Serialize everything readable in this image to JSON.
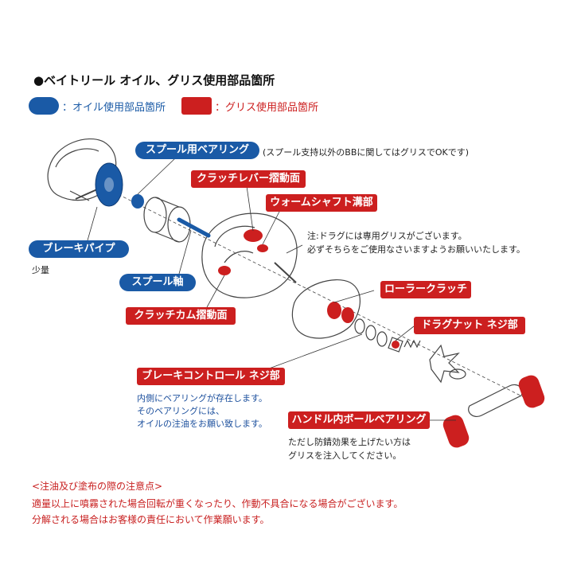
{
  "title": "●ベイトリール オイル、グリス使用部品箇所",
  "legend": {
    "oil": {
      "label": "：オイル使用部品箇所",
      "color": "#1a5aa6"
    },
    "grease": {
      "label": "：グリス使用部品箇所",
      "color": "#cc1f1f"
    }
  },
  "labels": {
    "spool_bearing": "スプール用ベアリング",
    "spool_bearing_note": "(スプール支持以外のBBに関してはグリスでOKです)",
    "clutch_lever": "クラッチレバー摺動面",
    "worm_shaft": "ウォームシャフト溝部",
    "drag_note_1": "注:ドラグには専用グリスがございます。",
    "drag_note_2": "必ずそちらをご使用なさいますようお願いいたします。",
    "brake_pipe": "ブレーキパイプ",
    "brake_pipe_note": "少量",
    "spool_shaft": "スプール軸",
    "roller_clutch": "ローラークラッチ",
    "clutch_cam": "クラッチカム摺動面",
    "drag_nut": "ドラグナット ネジ部",
    "brake_control": "ブレーキコントロール ネジ部",
    "brake_control_note_1": "内側にベアリングが存在します。",
    "brake_control_note_2": "そのベアリングには、",
    "brake_control_note_3": "オイルの注油をお願い致します。",
    "handle_bearing": "ハンドル内ボールベアリング",
    "handle_note_1": "ただし防錆効果を上げたい方は",
    "handle_note_2": "グリスを注入してください。"
  },
  "caution": {
    "heading": "<注油及び塗布の際の注意点>",
    "line1": "適量以上に噴霧された場合回転が重くなったり、作動不具合になる場合がございます。",
    "line2": "分解される場合はお客様の責任において作業願います。"
  }
}
